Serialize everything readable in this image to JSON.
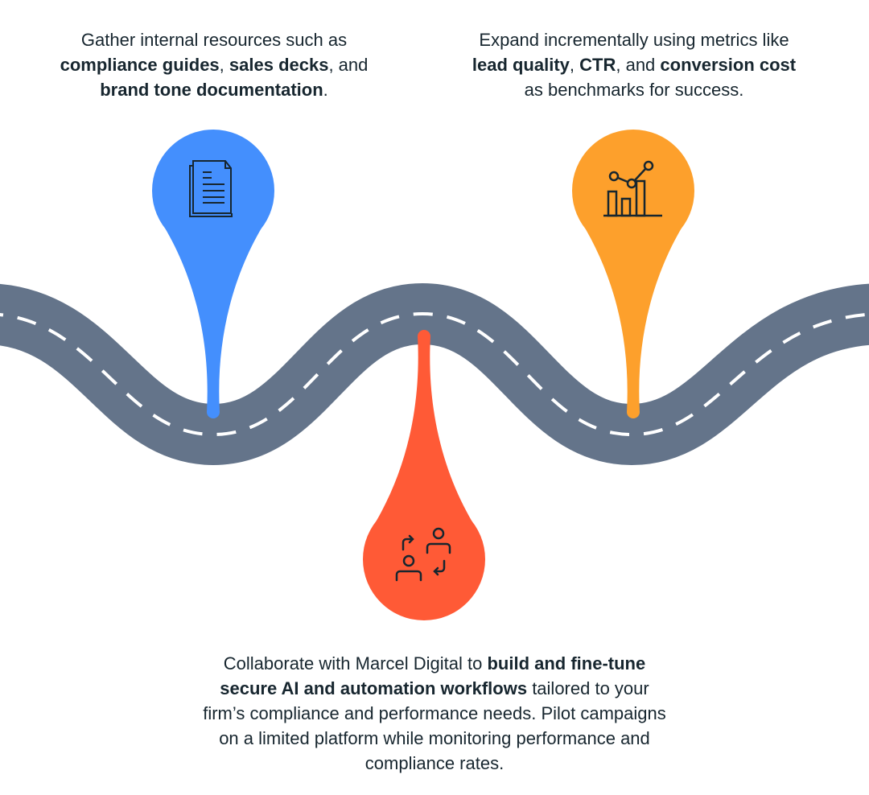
{
  "steps": [
    {
      "parts": [
        {
          "t": "Gather internal resources such as ",
          "b": false
        },
        {
          "t": "compliance guides",
          "b": true
        },
        {
          "t": ", ",
          "b": false
        },
        {
          "t": "sales decks",
          "b": true
        },
        {
          "t": ", and ",
          "b": false
        },
        {
          "t": "brand tone documentation",
          "b": true
        },
        {
          "t": ".",
          "b": false
        }
      ],
      "icon": "documents-icon",
      "color": "#448ffd"
    },
    {
      "parts": [
        {
          "t": "Collaborate with Marcel Digital to ",
          "b": false
        },
        {
          "t": "build and fine-tune secure AI and automation workflows",
          "b": true
        },
        {
          "t": " tailored to your firm’s compliance and performance needs. Pilot campaigns on a limited platform while monitoring performance and compliance rates.",
          "b": false
        }
      ],
      "icon": "collaboration-exchange-icon",
      "color": "#ff5a36"
    },
    {
      "parts": [
        {
          "t": "Expand incrementally using metrics like ",
          "b": false
        },
        {
          "t": "lead quality",
          "b": true
        },
        {
          "t": ", ",
          "b": false
        },
        {
          "t": "CTR",
          "b": true
        },
        {
          "t": ", and ",
          "b": false
        },
        {
          "t": "conversion cost",
          "b": true
        },
        {
          "t": " as benchmarks for success.",
          "b": false
        }
      ],
      "icon": "bar-chart-trend-icon",
      "color": "#fda02c"
    }
  ],
  "road_color": "#64748a"
}
